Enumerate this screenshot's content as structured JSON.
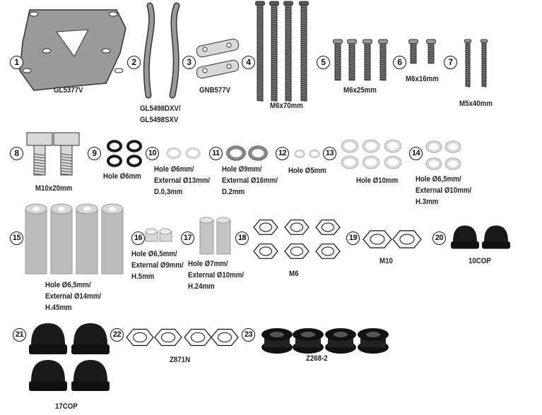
{
  "parts": [
    {
      "number": "1",
      "lines": [
        "GL5377V"
      ]
    },
    {
      "number": "2",
      "lines": [
        "GL5498DXV/",
        "GL5498SXV"
      ]
    },
    {
      "number": "3",
      "lines": [
        "GNB577V"
      ]
    },
    {
      "number": "4",
      "lines": [
        "M6x70mm"
      ]
    },
    {
      "number": "5",
      "lines": [
        "M6x25mm"
      ]
    },
    {
      "number": "6",
      "lines": [
        "M6x16mm"
      ]
    },
    {
      "number": "7",
      "lines": [
        "M5x40mm"
      ]
    },
    {
      "number": "8",
      "lines": [
        "M10x20mm"
      ]
    },
    {
      "number": "9",
      "lines": [
        "Hole Ø6mm"
      ]
    },
    {
      "number": "10",
      "lines": [
        "Hole Ø6mm/",
        "External Ø13mm/",
        "D.0,3mm"
      ]
    },
    {
      "number": "11",
      "lines": [
        "Hole Ø9mm/",
        "External Ø16mm/",
        "D.2mm"
      ]
    },
    {
      "number": "12",
      "lines": [
        "Hole Ø5mm"
      ]
    },
    {
      "number": "13",
      "lines": [
        "Hole Ø10mm"
      ]
    },
    {
      "number": "14",
      "lines": [
        "Hole Ø6,5mm/",
        "External Ø10mm/",
        "H.3mm"
      ]
    },
    {
      "number": "15",
      "lines": [
        "Hole Ø6,5mm/",
        "External Ø14mm/",
        "H.45mm"
      ]
    },
    {
      "number": "16",
      "lines": [
        "Hole Ø6,5mm/",
        "External Ø9mm/",
        "H.5mm"
      ]
    },
    {
      "number": "17",
      "lines": [
        "Hole Ø7mm/",
        "External Ø10mm/",
        "H.24mm"
      ]
    },
    {
      "number": "18",
      "lines": [
        "M6"
      ]
    },
    {
      "number": "19",
      "lines": [
        "M10"
      ]
    },
    {
      "number": "20",
      "lines": [
        "10COP"
      ]
    },
    {
      "number": "21",
      "lines": [
        "17COP"
      ]
    },
    {
      "number": "22",
      "lines": [
        "Z871N"
      ]
    },
    {
      "number": "23",
      "lines": [
        "Z268-2"
      ]
    }
  ],
  "colors": {
    "metal": "#9a9a9a",
    "dark": "#1a1a1a",
    "light": "#d8d8d8",
    "outline": "#333333"
  }
}
